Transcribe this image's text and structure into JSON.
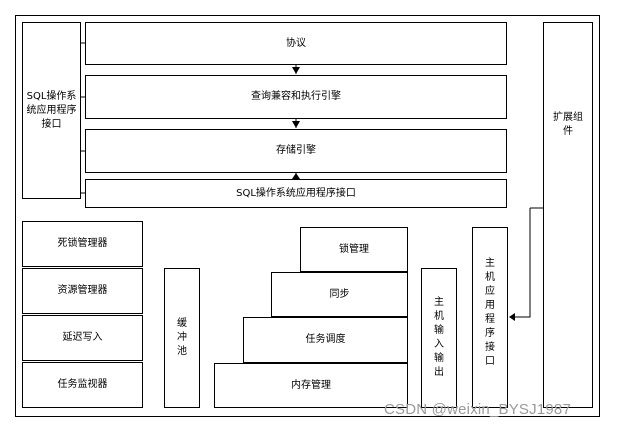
{
  "diagram": {
    "protocol": "协议",
    "query_engine": "查询兼容和执行引擎",
    "storage_engine": "存储引擎",
    "sql_os_api_bottom": "SQL操作系统应用程序接口",
    "sql_os_api_left": "SQL操作系统应用程序接口",
    "extension": "扩展组件",
    "host_api": "主机应用程序接口",
    "host_io": "主机输入输出",
    "buffer_pool": "缓冲池",
    "deadlock_manager": "死锁管理器",
    "resource_manager": "资源管理器",
    "lazy_writer": "延迟写入",
    "task_monitor": "任务监视器",
    "lock_manager": "锁管理",
    "sync": "同步",
    "scheduling": "任务调度",
    "memory_manager": "内存管理"
  },
  "watermark": "CSDN @weixin_BYSJ1987"
}
